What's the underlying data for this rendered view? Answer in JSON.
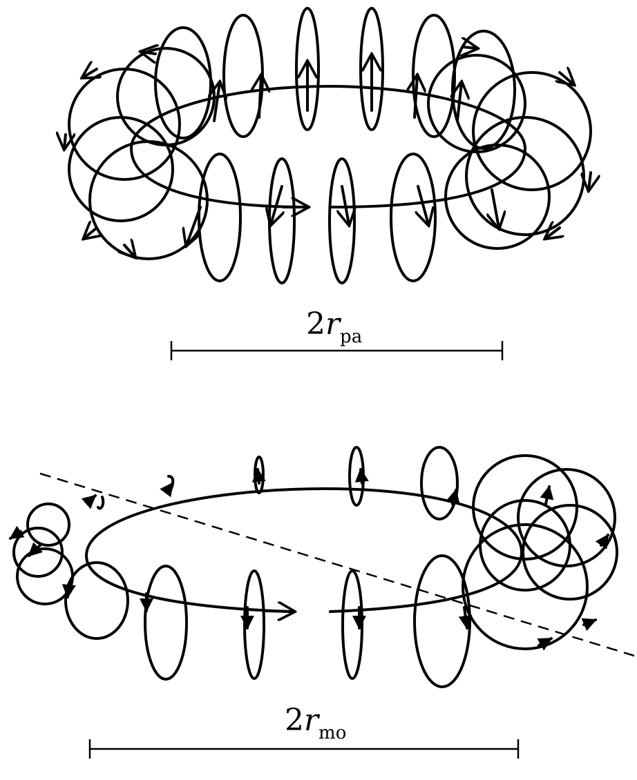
{
  "diagram": {
    "top": {
      "label_num": "2",
      "label_var": "r",
      "label_sub": "pa"
    },
    "bottom": {
      "label_num": "2",
      "label_var": "r",
      "label_sub": "mo"
    }
  },
  "colors": {
    "stroke": "#000000",
    "background": "#ffffff"
  }
}
